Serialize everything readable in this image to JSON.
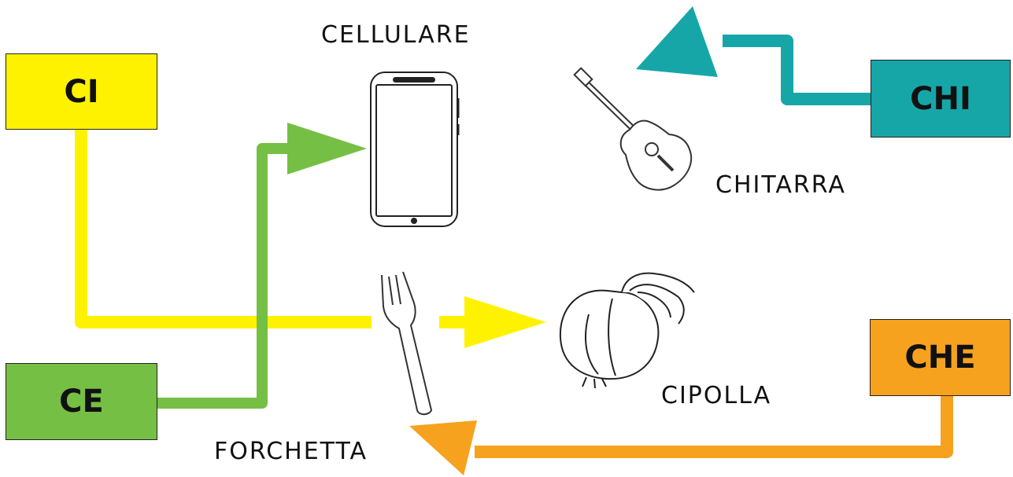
{
  "categories": [
    {
      "label": "CI",
      "color": "#fff200"
    },
    {
      "label": "CE",
      "color": "#76bf45"
    },
    {
      "label": "CHI",
      "color": "#16a6a8"
    },
    {
      "label": "CHE",
      "color": "#f6a21e"
    }
  ],
  "words": {
    "cellulare": "CELLULARE",
    "chitarra": "CHITARRA",
    "cipolla": "CIPOLLA",
    "forchetta": "FORCHETTA"
  },
  "icons": [
    "phone-icon",
    "guitar-icon",
    "fork-icon",
    "onion-icon"
  ]
}
